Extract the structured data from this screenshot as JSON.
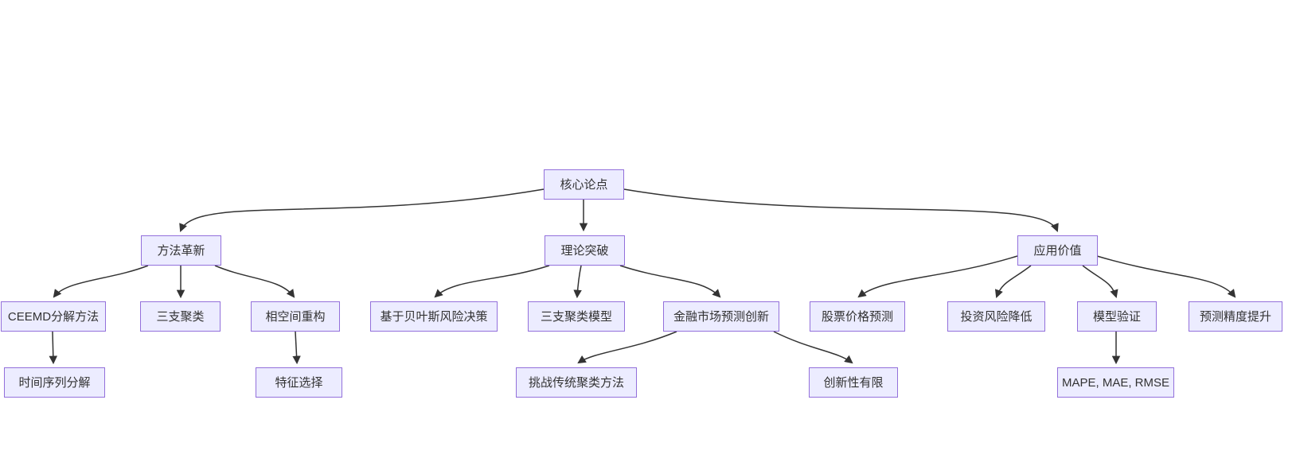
{
  "diagram": {
    "type": "flowchart-tree",
    "theme": {
      "background": "#ffffff",
      "node_fill": "#ECECFF",
      "node_border": "#9370DB",
      "text_color": "#333333",
      "edge_color": "#333333"
    },
    "nodes": {
      "core": {
        "label": "核心论点",
        "level": 1
      },
      "method": {
        "label": "方法革新",
        "level": 2
      },
      "theory": {
        "label": "理论突破",
        "level": 2
      },
      "application": {
        "label": "应用价值",
        "level": 2
      },
      "ceemd": {
        "label": "CEEMD分解方法",
        "level": 3
      },
      "three_way": {
        "label": "三支聚类",
        "level": 3
      },
      "phase_space": {
        "label": "相空间重构",
        "level": 3
      },
      "bayes": {
        "label": "基于贝叶斯风险决策",
        "level": 3
      },
      "twc_model": {
        "label": "三支聚类模型",
        "level": 3
      },
      "fin_market": {
        "label": "金融市场预测创新",
        "level": 3
      },
      "stock": {
        "label": "股票价格预测",
        "level": 3
      },
      "risk": {
        "label": "投资风险降低",
        "level": 3
      },
      "validation": {
        "label": "模型验证",
        "level": 3
      },
      "precision": {
        "label": "预测精度提升",
        "level": 3
      },
      "ts_decomp": {
        "label": "时间序列分解",
        "level": 4
      },
      "feature": {
        "label": "特征选择",
        "level": 4
      },
      "challenge": {
        "label": "挑战传统聚类方法",
        "level": 4
      },
      "limited": {
        "label": "创新性有限",
        "level": 4
      },
      "metrics": {
        "label": "MAPE, MAE, RMSE",
        "level": 4
      }
    },
    "edges": [
      {
        "from": "core",
        "to": "method"
      },
      {
        "from": "core",
        "to": "theory"
      },
      {
        "from": "core",
        "to": "application"
      },
      {
        "from": "method",
        "to": "ceemd"
      },
      {
        "from": "method",
        "to": "three_way"
      },
      {
        "from": "method",
        "to": "phase_space"
      },
      {
        "from": "ceemd",
        "to": "ts_decomp"
      },
      {
        "from": "phase_space",
        "to": "feature"
      },
      {
        "from": "theory",
        "to": "bayes"
      },
      {
        "from": "theory",
        "to": "twc_model"
      },
      {
        "from": "theory",
        "to": "fin_market"
      },
      {
        "from": "fin_market",
        "to": "challenge"
      },
      {
        "from": "fin_market",
        "to": "limited"
      },
      {
        "from": "application",
        "to": "stock"
      },
      {
        "from": "application",
        "to": "risk"
      },
      {
        "from": "application",
        "to": "validation"
      },
      {
        "from": "application",
        "to": "precision"
      },
      {
        "from": "validation",
        "to": "metrics"
      }
    ]
  }
}
